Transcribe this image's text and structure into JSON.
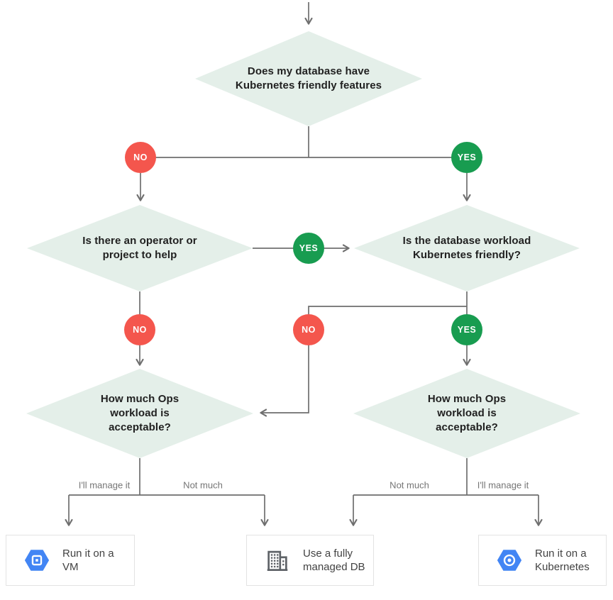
{
  "diagram": {
    "questions": [
      {
        "text": "Does my database have Kubernetes friendly features"
      },
      {
        "text": "Is there an operator or project to help"
      },
      {
        "text": "Is the database workload Kubernetes friendly?"
      },
      {
        "text": "How much Ops workload is acceptable?"
      },
      {
        "text": "How much Ops workload is acceptable?"
      }
    ],
    "badge_no": "NO",
    "badge_yes": "YES",
    "edge_labels": [
      "I'll manage it",
      "Not much",
      "Not much",
      "I'll manage it"
    ],
    "results": [
      {
        "label": "Run it on a VM",
        "icon": "compute-engine-icon"
      },
      {
        "label": "Use a fully managed DB",
        "icon": "office-building-icon"
      },
      {
        "label": "Run it on a Kubernetes",
        "icon": "kubernetes-engine-icon"
      }
    ],
    "colors": {
      "yes_green": "#189c50",
      "no_red": "#f4564d",
      "diamond_fill": "#e4efe9",
      "connector_gray": "#6f6f6f",
      "icon_blue": "#4285f4",
      "icon_gray": "#5f6368",
      "box_border": "#e3e3e3",
      "question_text": "#212121",
      "edge_label_gray": "#757575",
      "result_text": "#424242"
    }
  }
}
